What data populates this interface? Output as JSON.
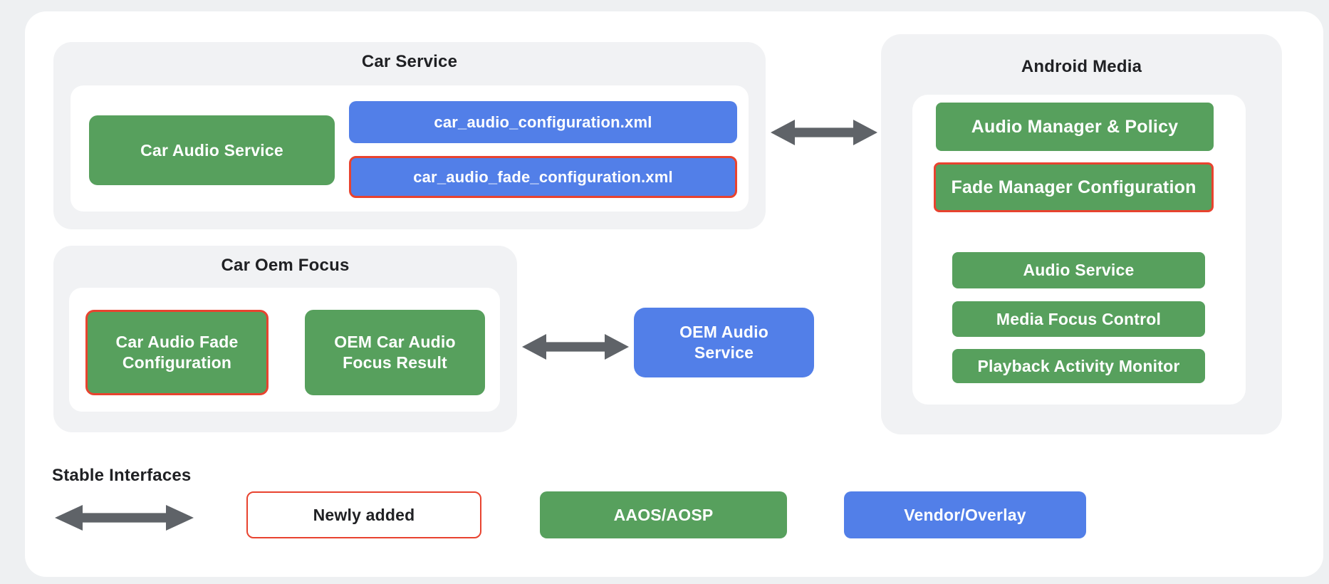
{
  "palette": {
    "green": "#57a05d",
    "blue": "#527fe8",
    "red": "#e8432f",
    "arrow_gray": "#5f6368",
    "container_gray": "#f1f2f4",
    "canvas": "#ffffff",
    "text_dark": "#202124"
  },
  "groups": {
    "car_service": {
      "title": "Car Service",
      "car_audio_service": "Car Audio Service",
      "config_xml": "car_audio_configuration.xml",
      "fade_config_xml": "car_audio_fade_configuration.xml"
    },
    "android_media": {
      "title": "Android Media",
      "audio_manager_policy": "Audio Manager & Policy",
      "fade_manager_config": "Fade Manager Configuration",
      "audio_service": "Audio Service",
      "media_focus_control": "Media Focus Control",
      "playback_activity_monitor": "Playback Activity Monitor"
    },
    "car_oem_focus": {
      "title": "Car Oem Focus",
      "car_audio_fade_config": "Car Audio Fade Configuration",
      "oem_car_audio_focus_result": "OEM Car Audio Focus Result"
    }
  },
  "nodes": {
    "oem_audio_service": "OEM Audio Service"
  },
  "legend": {
    "stable_interfaces_label": "Stable Interfaces",
    "newly_added": "Newly added",
    "aaos_aosp": "AAOS/AOSP",
    "vendor_overlay": "Vendor/Overlay"
  },
  "icons": {
    "bidirectional_arrow": "double-headed horizontal arrow"
  }
}
